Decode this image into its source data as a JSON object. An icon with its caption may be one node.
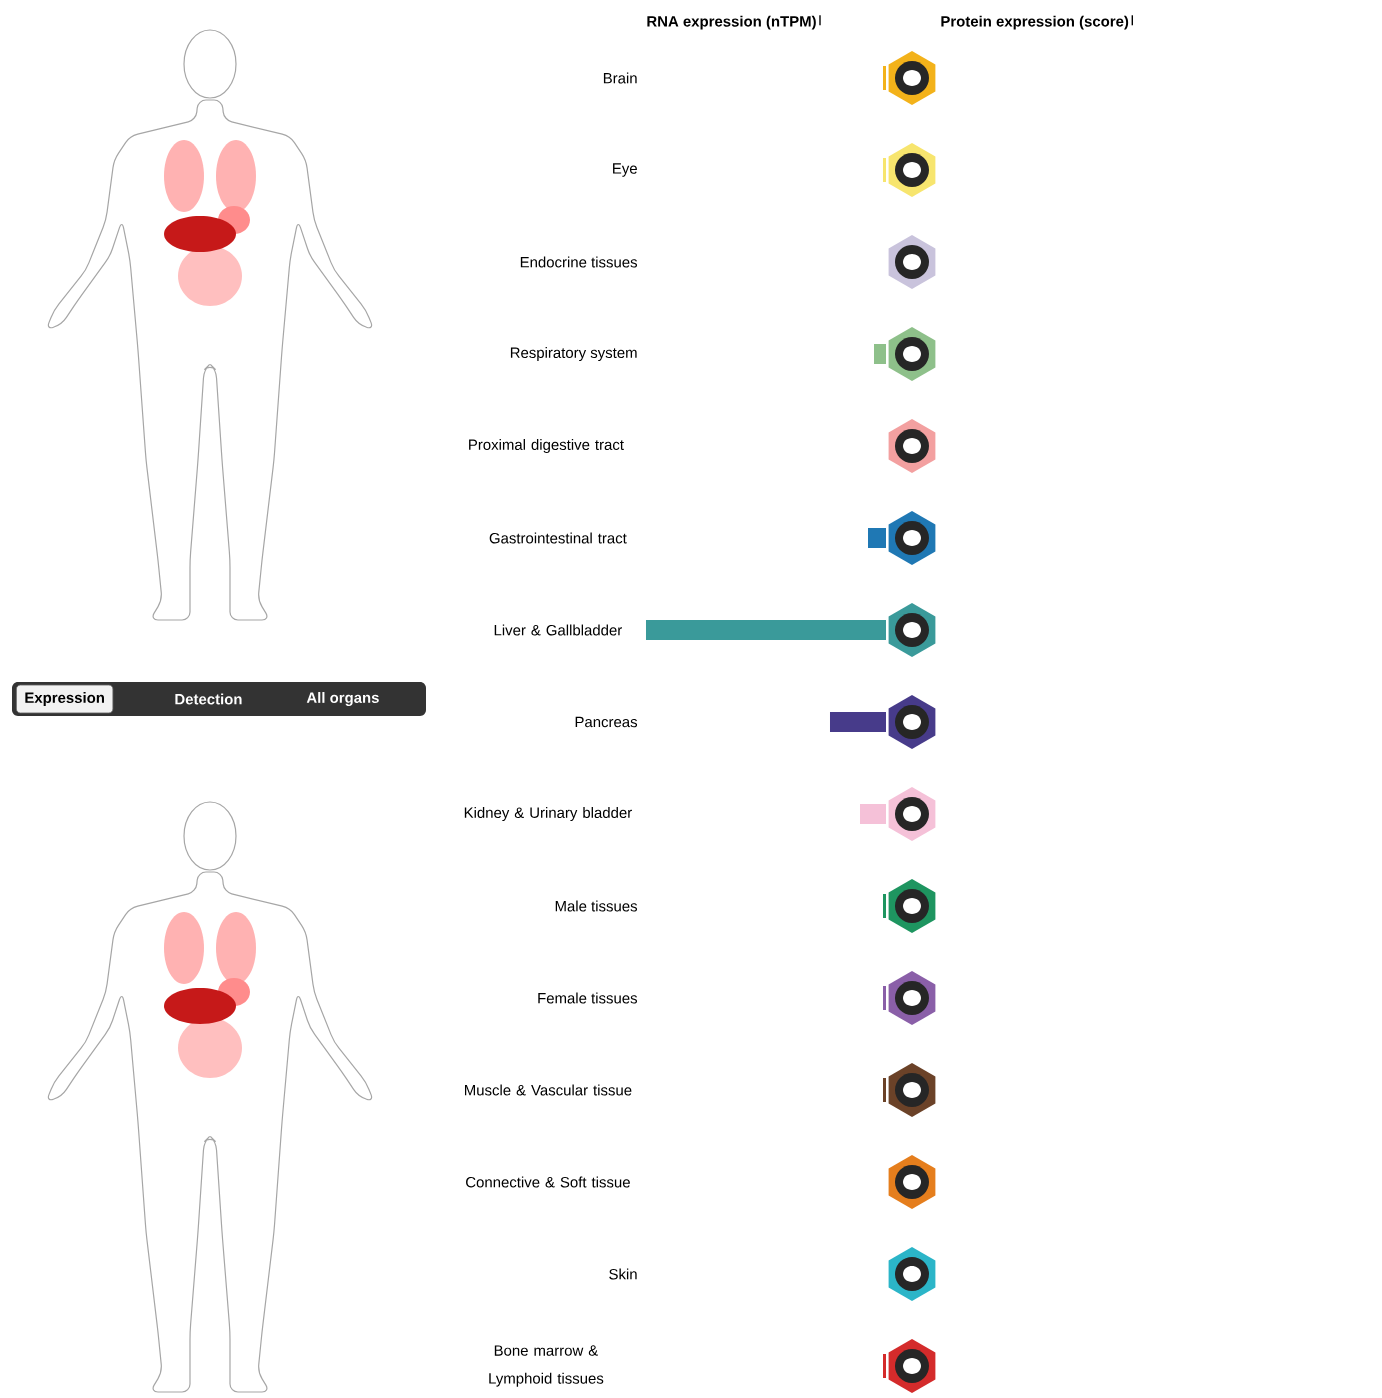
{
  "diagram": {
    "labels": [
      "RNA expression (nTPM)",
      "Protein expression (score)",
      "Brain",
      "Eye",
      "Endocrine tissues",
      "Respiratory system",
      "Proximal digestive tract",
      "Gastrointestinal tract",
      "Liver & Gallbladder",
      "Expression",
      "Detection",
      "All organs",
      "Pancreas",
      "Kidney & Urinary bladder",
      "Male tissues",
      "Female tissues",
      "Muscle & Vascular tissue",
      "Connective & Soft tissue",
      "Skin",
      "Bone marrow & Lymphoid tissues"
    ]
  }
}
